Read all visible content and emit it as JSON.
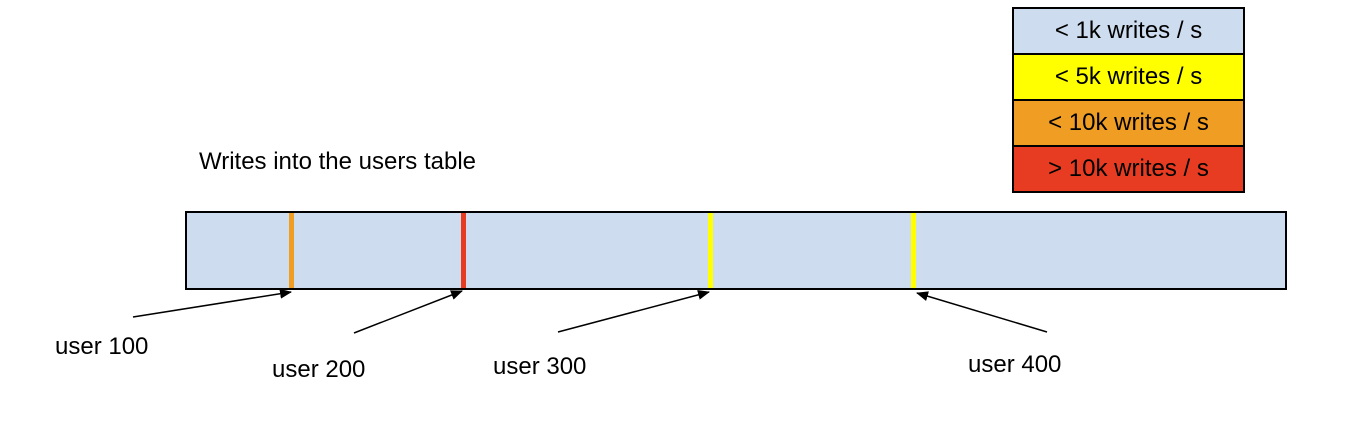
{
  "title": "Writes into the users table",
  "legend": {
    "items": [
      {
        "label": "< 1k writes / s",
        "color": "#cddcee"
      },
      {
        "label": "< 5k writes / s",
        "color": "#ffff00"
      },
      {
        "label": "< 10k writes / s",
        "color": "#f09d24"
      },
      {
        "label": "> 10k writes / s",
        "color": "#e73b22"
      }
    ]
  },
  "bar": {
    "fill_color": "#cddcee",
    "border_color": "#000000",
    "markers": [
      {
        "user": "user 100",
        "color": "#f09d24",
        "position_percent": 9.6
      },
      {
        "user": "user 200",
        "color": "#e73b22",
        "position_percent": 25.2
      },
      {
        "user": "user 300",
        "color": "#ffff00",
        "position_percent": 47.6
      },
      {
        "user": "user 400",
        "color": "#ffff00",
        "position_percent": 66.1
      }
    ]
  },
  "arrow_color": "#000000"
}
